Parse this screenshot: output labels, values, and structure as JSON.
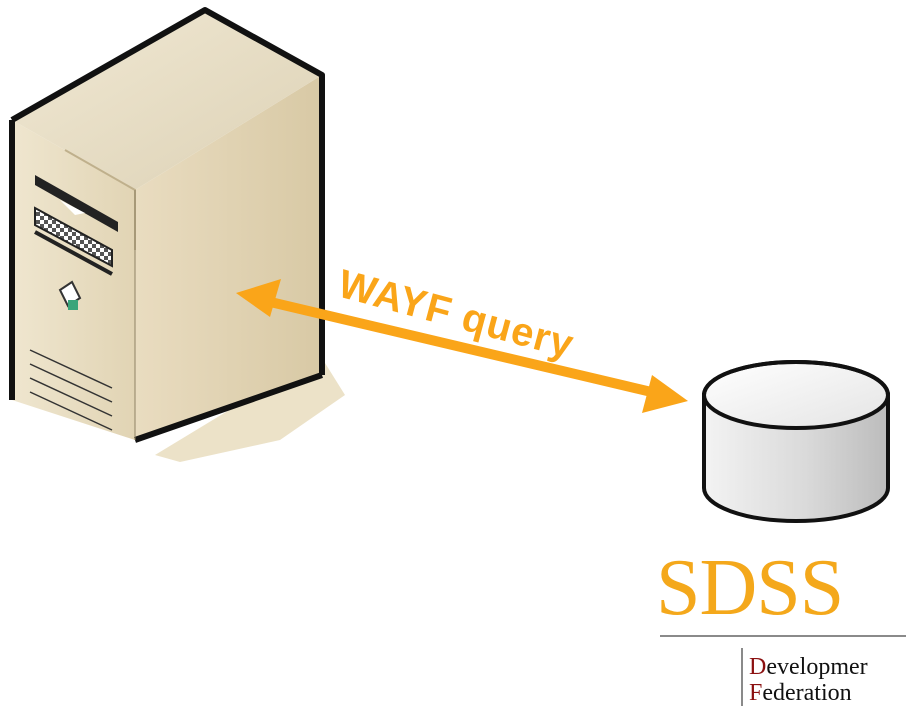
{
  "diagram": {
    "connection_label": "WAYF query",
    "accent_color": "#FAA519",
    "nodes": [
      {
        "name": "server-tower",
        "icon": "server-tower-icon"
      },
      {
        "name": "database",
        "icon": "database-cylinder-icon"
      }
    ],
    "edge": {
      "from": "server-tower",
      "to": "database",
      "direction": "bidirectional"
    }
  },
  "logo": {
    "main": "SDSS",
    "main_color": "#F4A81B",
    "line1_initial": "D",
    "line1_rest": "evelopmer",
    "line2_initial": "F",
    "line2_rest": "ederation",
    "initial_color": "#8b1010"
  }
}
